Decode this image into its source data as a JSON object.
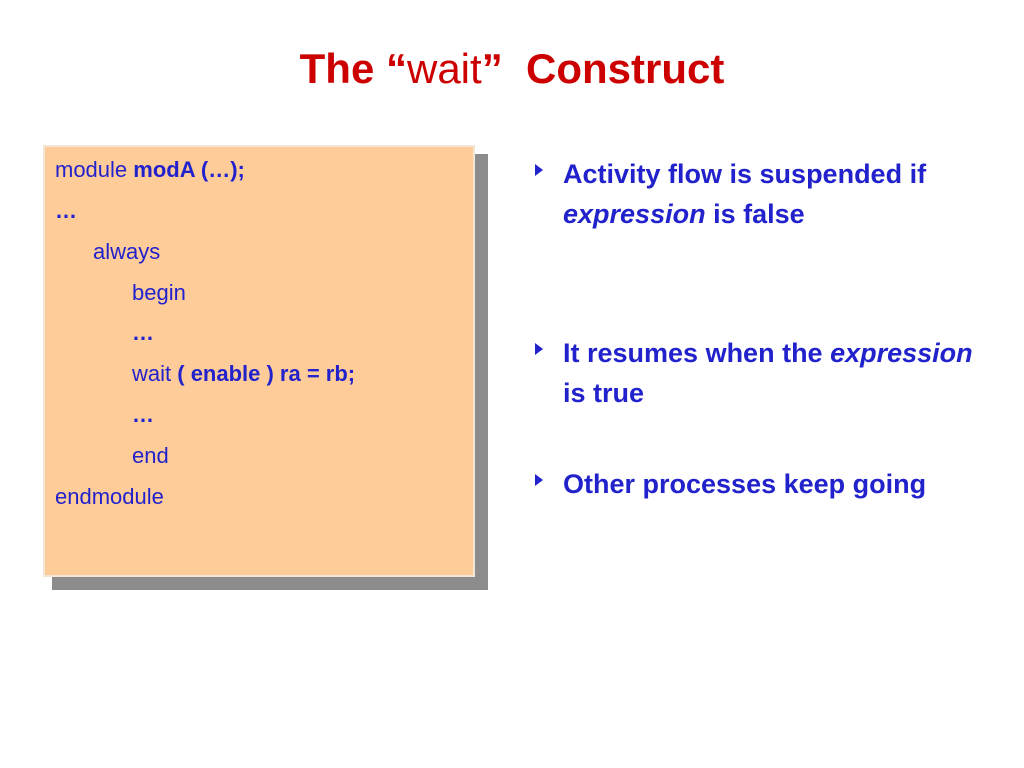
{
  "title": {
    "part1": "The “",
    "part2": "wait",
    "part3": "”  Construct"
  },
  "code": {
    "line1": {
      "normal": "module ",
      "bold": "modA (…);"
    },
    "line2": {
      "bold": "…"
    },
    "line3": {
      "normal": "always"
    },
    "line4": {
      "normal": "begin"
    },
    "line5": {
      "bold": "…"
    },
    "line6": {
      "normal": "wait ",
      "bold": "( enable ) ra = rb;"
    },
    "line7": {
      "bold": "…"
    },
    "line8": {
      "normal": "end"
    },
    "line9": {
      "normal": "endmodule"
    }
  },
  "bullets": [
    {
      "before": "Activity flow is suspended if ",
      "emphasis": "expression",
      "after": " is false"
    },
    {
      "before": "It resumes when the ",
      "emphasis": "expression",
      "after": " is true"
    },
    {
      "before": "Other processes keep going",
      "emphasis": "",
      "after": ""
    }
  ],
  "colors": {
    "title": "#cc0000",
    "text": "#2222cc",
    "code_box": "#fecc99",
    "shadow": "#8c8c8c"
  }
}
